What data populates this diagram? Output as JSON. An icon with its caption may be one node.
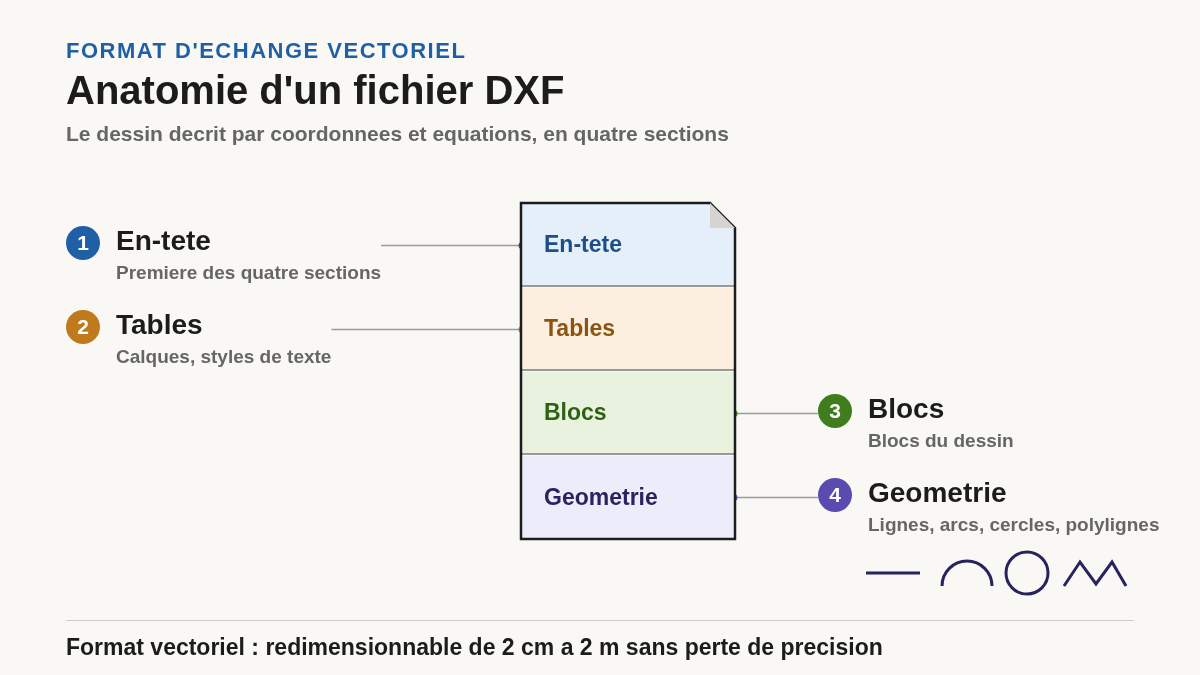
{
  "diagram": {
    "title": "Anatomie d'un fichier DXF",
    "caption": "Format vectoriel : redimensionnable de 2 cm a 2 m sans perte de precision",
    "labels": [
      "FORMAT D'ECHANGE VECTORIEL",
      "Le dessin decrit par coordonnees et equations, en quatre sections"
    ],
    "nodes": [
      {
        "text": [],
        "shape": "box"
      },
      {
        "text": [
          "En-tete"
        ],
        "in": 0
      },
      {
        "text": [
          "Tables"
        ],
        "in": 0
      },
      {
        "text": [
          "Blocs"
        ],
        "in": 0
      },
      {
        "text": [
          "Geometrie"
        ],
        "in": 0
      },
      {
        "text": [
          "1",
          "En-tete",
          "Premiere des quatre sections"
        ]
      },
      {
        "text": [
          "2",
          "Tables",
          "Calques, styles de texte"
        ]
      },
      {
        "text": [
          "3",
          "Blocs",
          "Blocs du dessin"
        ]
      },
      {
        "text": [
          "4",
          "Geometrie",
          "Lignes, arcs, cercles, polylignes"
        ]
      }
    ],
    "edges": [
      {
        "from": 5,
        "to": 1,
        "arrow": "other"
      },
      {
        "from": 6,
        "to": 2,
        "arrow": "other"
      },
      {
        "from": 7,
        "to": 3,
        "arrow": "other"
      },
      {
        "from": 8,
        "to": 4,
        "arrow": "other"
      }
    ]
  }
}
